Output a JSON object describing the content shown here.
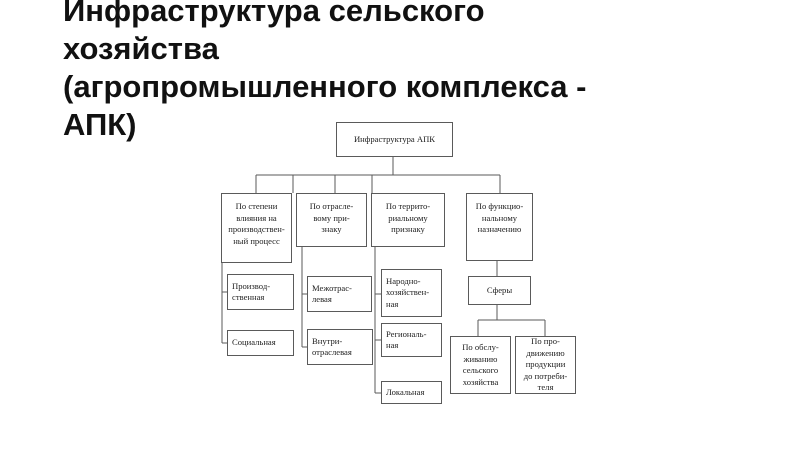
{
  "slide": {
    "title_lines": [
      "Инфраструктура сельского",
      "хозяйства",
      "(агропромышленного комплекса -",
      "АПК)"
    ]
  },
  "diagram": {
    "root": "Инфраструктура АПК",
    "categories": {
      "influence": "По степени\nвлияния на\nпроизводствен-\nный процесс",
      "sector": "По отрасле-\nвому при-\nзнаку",
      "territory": "По террито-\nриальному\nпризнаку",
      "function": "По функцио-\nнальному\nназначению"
    },
    "influence_items": [
      "Производ-\nственная",
      "Социальная"
    ],
    "sector_items": [
      "Межотрас-\nлевая",
      "Внутри-\nотраслевая"
    ],
    "territory_items": [
      "Народно-\nхозяйствен-\nная",
      "Региональ-\nная",
      "Локальная"
    ],
    "function_sub": "Сферы",
    "function_items": [
      "По обслу-\nживанию\nсельского\nхозяйства",
      "По про-\nдвижению\nпродукции\nдо потреби-\nтеля"
    ]
  }
}
